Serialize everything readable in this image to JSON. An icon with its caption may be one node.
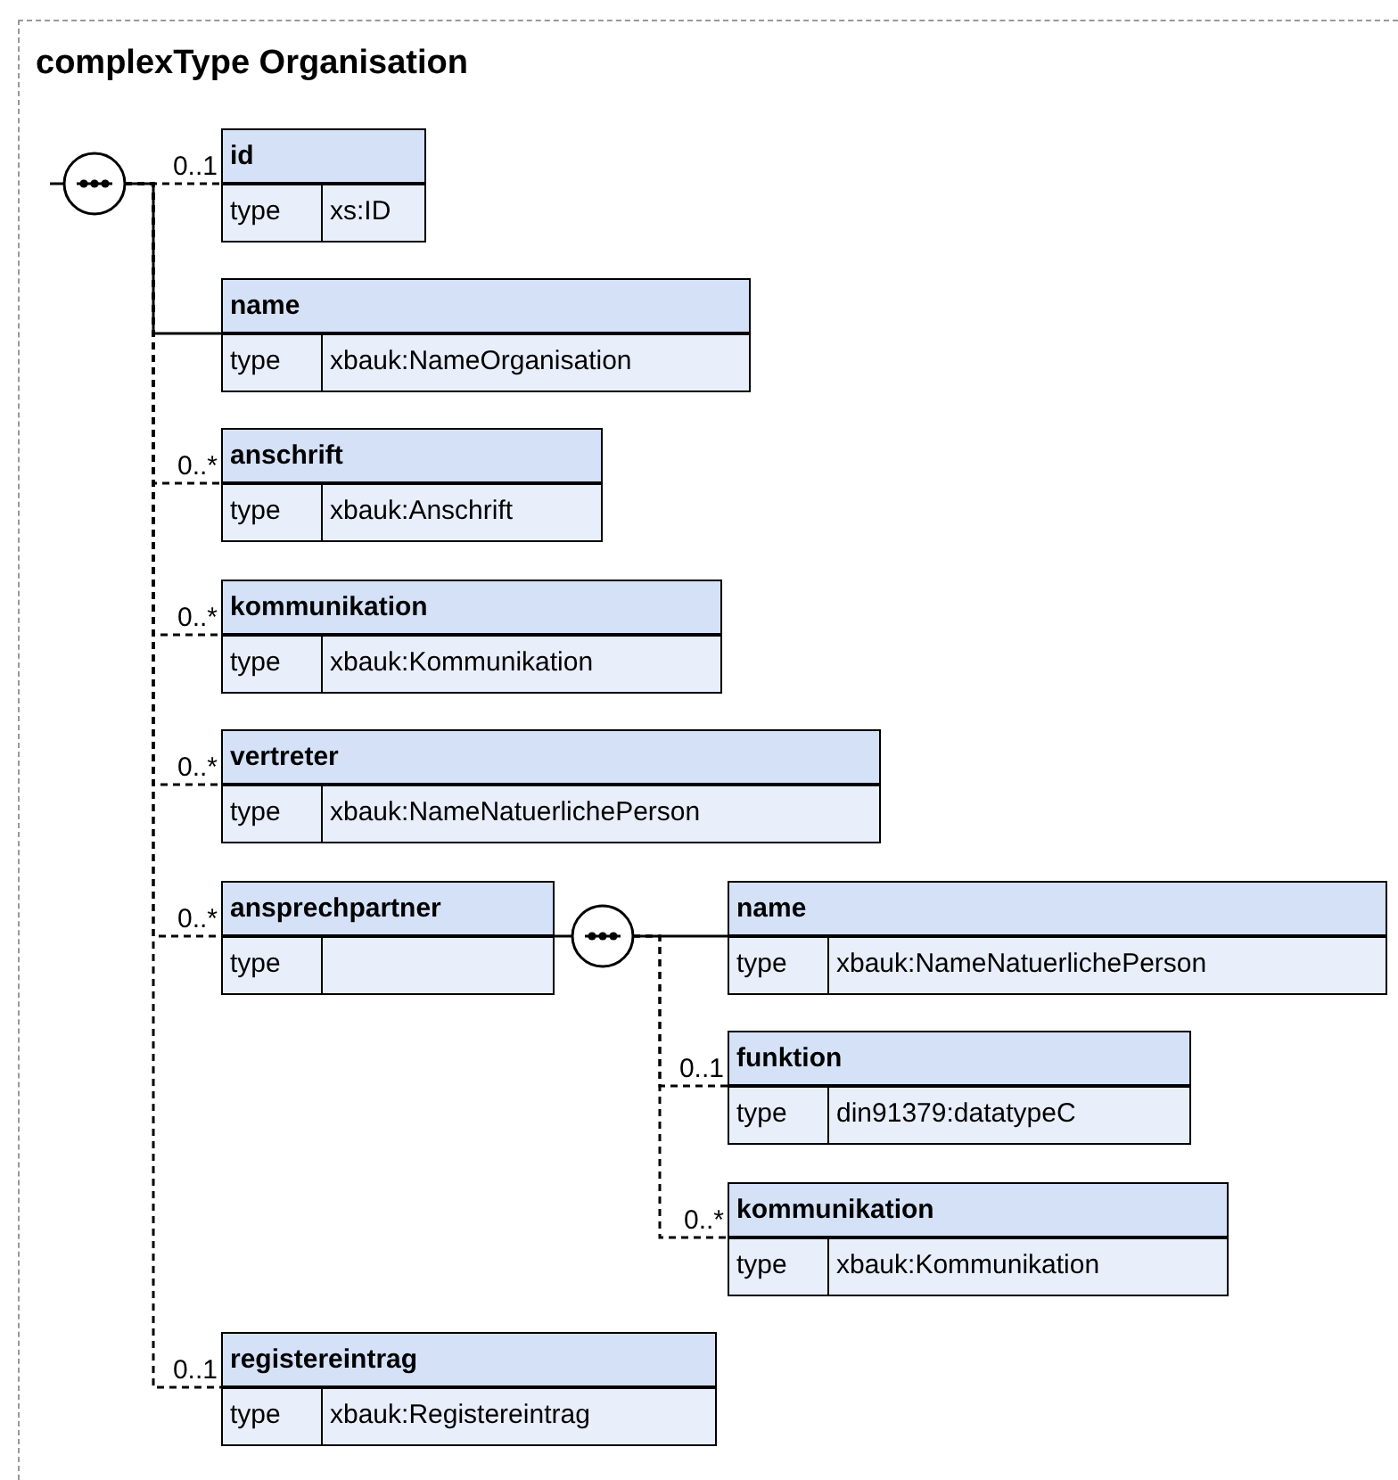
{
  "diagram": {
    "nodes": [
      {
        "text": [
          "complexType Organisation"
        ]
      },
      {
        "text": [],
        "shape": "circle",
        "in": 0
      },
      {
        "text": [
          "id",
          "type",
          "xs:ID"
        ],
        "in": 0
      },
      {
        "text": [
          "name",
          "type",
          "xbauk:NameOrganisation"
        ],
        "in": 0
      },
      {
        "text": [
          "anschrift",
          "type",
          "xbauk:Anschrift"
        ],
        "in": 0
      },
      {
        "text": [
          "kommunikation",
          "type",
          "xbauk:Kommunikation"
        ],
        "in": 0
      },
      {
        "text": [
          "vertreter",
          "type",
          "xbauk:NameNatuerlichePerson"
        ],
        "in": 0
      },
      {
        "text": [
          "ansprechpartner",
          "type"
        ],
        "in": 0
      },
      {
        "text": [],
        "shape": "circle",
        "in": 0
      },
      {
        "text": [
          "name",
          "type",
          "xbauk:NameNatuerlichePerson"
        ],
        "in": 0
      },
      {
        "text": [
          "funktion",
          "type",
          "din91379:datatypeC"
        ],
        "in": 0
      },
      {
        "text": [
          "kommunikation",
          "type",
          "xbauk:Kommunikation"
        ],
        "in": 0
      },
      {
        "text": [
          "registereintrag",
          "type",
          "xbauk:Registereintrag"
        ],
        "in": 0
      }
    ],
    "edges": [
      {
        "from": null,
        "to": 1,
        "arrow": "none"
      },
      {
        "from": 1,
        "to": 2,
        "arrow": "none",
        "label": "0..1",
        "style": "dashed"
      },
      {
        "from": 1,
        "to": 3,
        "arrow": "none"
      },
      {
        "from": 1,
        "to": 4,
        "arrow": "none",
        "label": "0..*",
        "style": "dashed"
      },
      {
        "from": 1,
        "to": 5,
        "arrow": "none",
        "label": "0..*",
        "style": "dashed"
      },
      {
        "from": 1,
        "to": 6,
        "arrow": "none",
        "label": "0..*",
        "style": "dashed"
      },
      {
        "from": 1,
        "to": 7,
        "arrow": "none",
        "label": "0..*",
        "style": "dashed"
      },
      {
        "from": 1,
        "to": 12,
        "arrow": "none",
        "label": "0..1",
        "style": "dashed"
      },
      {
        "from": 7,
        "to": 8,
        "arrow": "none"
      },
      {
        "from": 8,
        "to": 9,
        "arrow": "none"
      },
      {
        "from": 8,
        "to": 10,
        "arrow": "none",
        "label": "0..1",
        "style": "dashed"
      },
      {
        "from": 8,
        "to": 11,
        "arrow": "none",
        "label": "0..*",
        "style": "dashed"
      }
    ]
  }
}
